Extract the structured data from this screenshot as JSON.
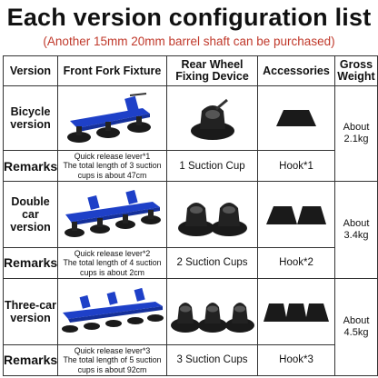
{
  "title": "Each version configuration list",
  "subtitle": "(Another 15mm 20mm barrel shaft can be purchased)",
  "headers": {
    "version": "Version",
    "fixture": "Front Fork Fixture",
    "rear": "Rear Wheel Fixing Device",
    "accessories": "Accessories",
    "weight": "Gross Weight"
  },
  "rows": [
    {
      "name": "Bicycle version",
      "remarks_label": "Remarks",
      "lever": "Quick release lever*1",
      "length": "The total length of 3 suction cups is about 47cm",
      "rear_device": "1 Suction Cup",
      "hook": "Hook*1",
      "weight": "About 2.1kg"
    },
    {
      "name": "Double car version",
      "remarks_label": "Remarks",
      "lever": "Quick release lever*2",
      "length": "The total length of 4 suction cups is about 2cm",
      "rear_device": "2 Suction Cups",
      "hook": "Hook*2",
      "weight": "About 3.4kg"
    },
    {
      "name": "Three-car version",
      "remarks_label": "Remarks",
      "lever": "Quick release lever*3",
      "length": "The total length of 5 suction cups is about 92cm",
      "rear_device": "3 Suction Cups",
      "hook": "Hook*3",
      "weight": "About 4.5kg"
    }
  ],
  "colors": {
    "subtitle": "#c0392b",
    "fixture_blue": "#1e40c8",
    "cup_black": "#1a1a1a"
  }
}
